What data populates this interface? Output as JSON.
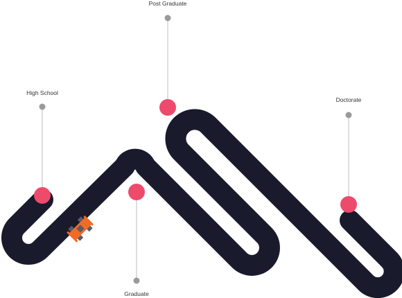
{
  "milestones": [
    {
      "id": "high-school",
      "label": "High School"
    },
    {
      "id": "graduate",
      "label": "Graduate"
    },
    {
      "id": "post-graduate",
      "label": "Post Graduate"
    },
    {
      "id": "doctorate",
      "label": "Doctorate"
    }
  ],
  "colors": {
    "road": "#191a2c",
    "marker": "#ee4a6c",
    "marker_highlight": "#f4607e",
    "connector_line": "#bdbdbd",
    "connector_dot": "#9a9a9a",
    "label_text": "#333333",
    "car_body": "#f26a24",
    "car_dark": "#5a5a6a"
  },
  "icons": {
    "vehicle": "race-car-icon"
  }
}
